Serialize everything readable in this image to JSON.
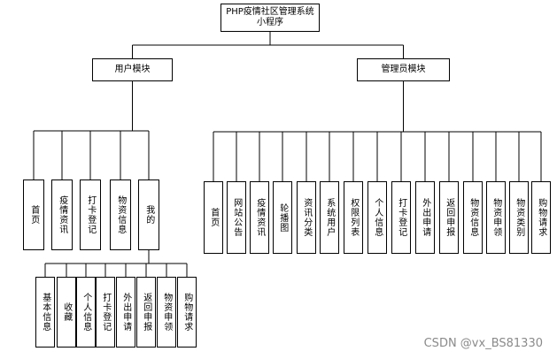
{
  "root": {
    "label": "PHP疫情社区管理系统\n小程序"
  },
  "groups": [
    {
      "key": "user",
      "label": "用户模块",
      "children": [
        {
          "label": "首页"
        },
        {
          "label": "疫情资讯"
        },
        {
          "label": "打卡登记"
        },
        {
          "label": "物资信息"
        },
        {
          "label": "我的",
          "children": [
            "基本信息",
            "收藏",
            "个人信息",
            "打卡登记",
            "外出申请",
            "返回申报",
            "物资申领",
            "购物请求"
          ]
        }
      ]
    },
    {
      "key": "admin",
      "label": "管理员模块",
      "children": [
        {
          "label": "首页"
        },
        {
          "label": "网站公告"
        },
        {
          "label": "疫情资讯"
        },
        {
          "label": "轮播图"
        },
        {
          "label": "资讯分类"
        },
        {
          "label": "系统用户"
        },
        {
          "label": "权限列表"
        },
        {
          "label": "个人信息"
        },
        {
          "label": "打卡登记"
        },
        {
          "label": "外出申请"
        },
        {
          "label": "返回申报"
        },
        {
          "label": "物资信息"
        },
        {
          "label": "物资申领"
        },
        {
          "label": "物资类别"
        },
        {
          "label": "购物请求"
        }
      ]
    }
  ],
  "watermark": "CSDN @vx_BS81330"
}
